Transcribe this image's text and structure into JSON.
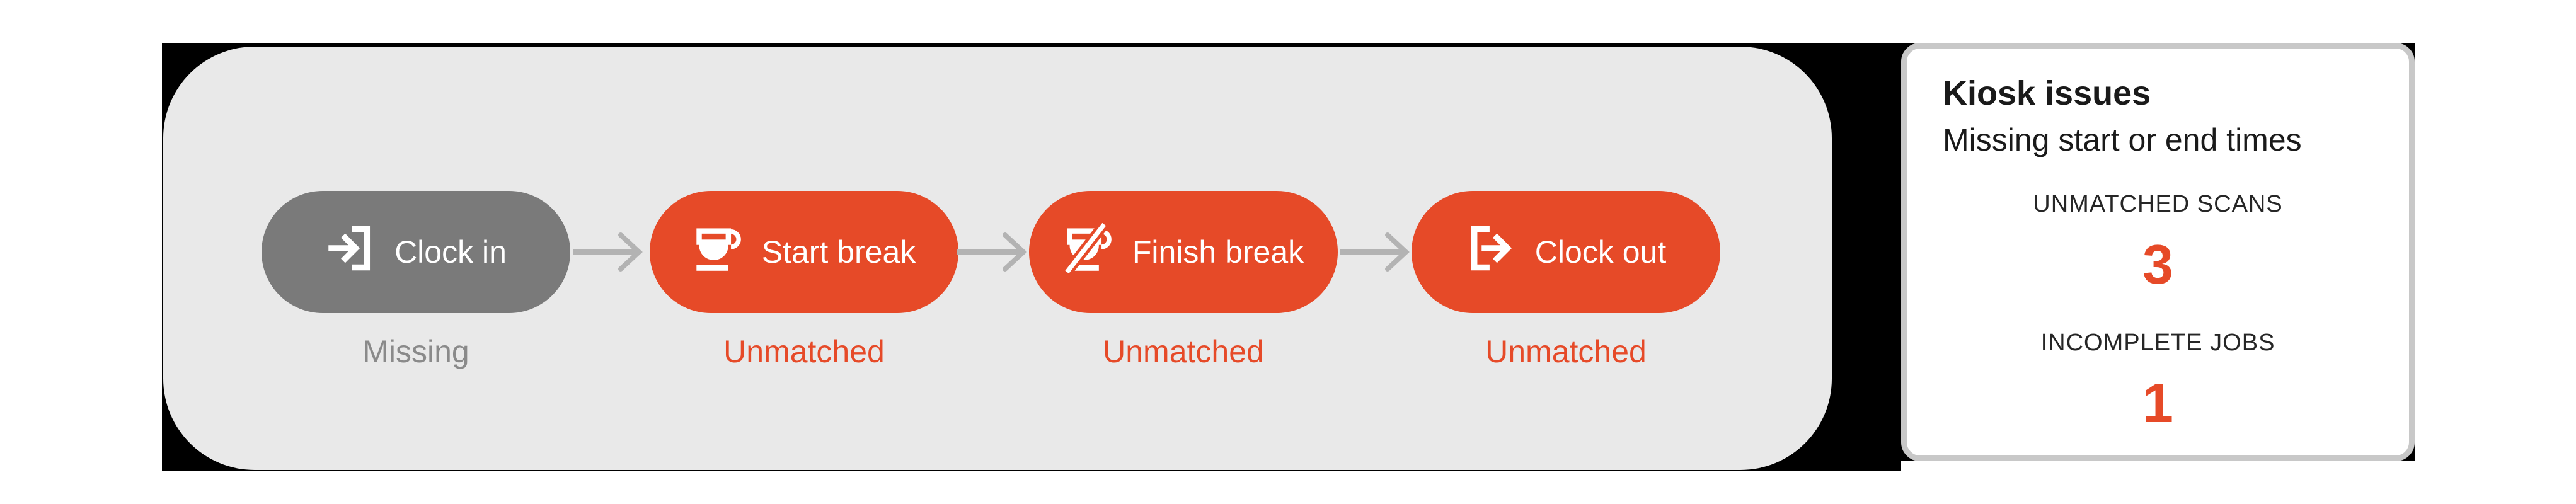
{
  "workflow": {
    "steps": [
      {
        "label": "Clock in",
        "status": "Missing",
        "icon": "clock-in-icon",
        "variant": "gray"
      },
      {
        "label": "Start break",
        "status": "Unmatched",
        "icon": "start-break-icon",
        "variant": "orange"
      },
      {
        "label": "Finish break",
        "status": "Unmatched",
        "icon": "finish-break-icon",
        "variant": "orange"
      },
      {
        "label": "Clock out",
        "status": "Unmatched",
        "icon": "clock-out-icon",
        "variant": "orange"
      }
    ]
  },
  "kiosk_panel": {
    "title": "Kiosk issues",
    "subtitle": "Missing start or end times",
    "stats": [
      {
        "label": "UNMATCHED SCANS",
        "value": "3"
      },
      {
        "label": "INCOMPLETE JOBS",
        "value": "1"
      }
    ]
  },
  "colors": {
    "accent_orange": "#E64A28",
    "pill_gray": "#7A7A7A",
    "panel_gray": "#E9E9E9",
    "backdrop_black": "#000000",
    "missing_gray": "#8A8A8A",
    "arrow_gray": "#B3B3B3",
    "card_border": "#C8C8C8",
    "text_dark": "#1A1A1A"
  }
}
